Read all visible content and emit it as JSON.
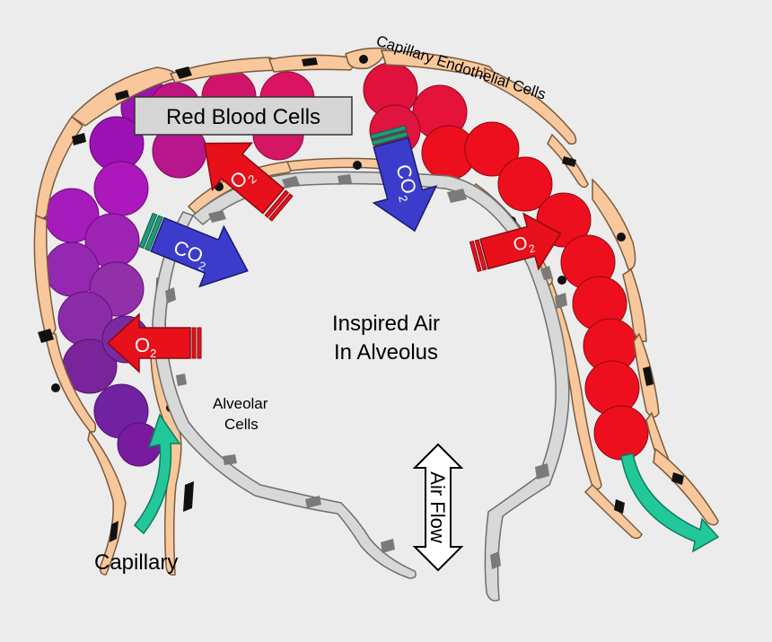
{
  "labels": {
    "red_blood_cells": "Red Blood Cells",
    "capillary_endothelial_cells": "Capillary Endothelial Cells",
    "inspired_air_line1": "Inspired Air",
    "inspired_air_line2": "In Alveolus",
    "alveolar_cells_line1": "Alveolar",
    "alveolar_cells_line2": "Cells",
    "capillary": "Capillary",
    "air_flow": "Air Flow"
  },
  "gas_arrows": {
    "o2_base": "O",
    "co2_base": "CO",
    "subscript": "2"
  },
  "colors": {
    "background": "#ececec",
    "endothelial_fill": "#f8c89c",
    "endothelial_stroke": "#7a5a3c",
    "alveolar_fill": "#d8d8d8",
    "alveolar_stroke": "#6e6e6e",
    "nucleus_dark": "#111111",
    "nucleus_gray": "#7a7a7a",
    "o2_arrow": "#e8101a",
    "co2_arrow": "#3c3ccc",
    "co2_stripe": "#1b9c7c",
    "flow_arrow": "#22c89a",
    "label_box": "#d6d6d6",
    "deoxygenated_cell": "#8a1fb8",
    "mid_cell": "#c8137a",
    "oxygenated_cell": "#ee0f1e"
  },
  "icons": {
    "o2_arrow": "diffusion-arrow",
    "co2_arrow": "diffusion-arrow",
    "blood_flow": "curved-arrow",
    "air_flow": "double-headed-arrow"
  }
}
